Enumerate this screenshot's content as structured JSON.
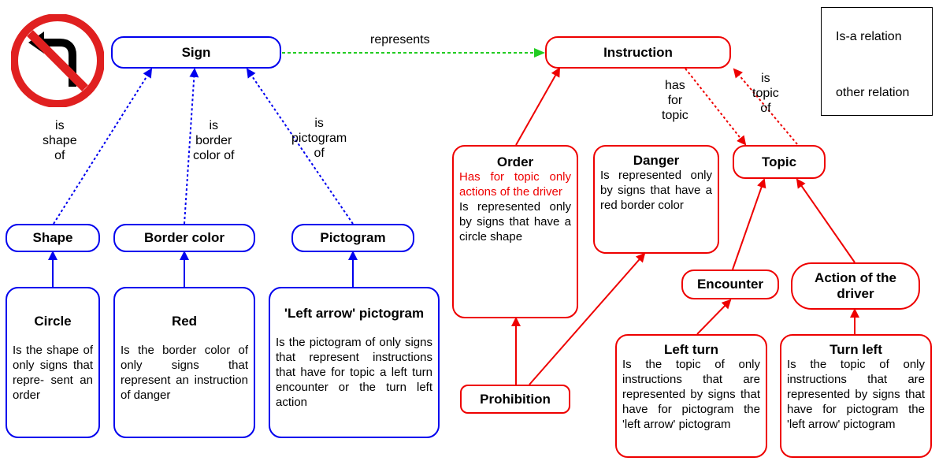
{
  "colors": {
    "blue": "#0000ee",
    "red": "#ee0000",
    "green": "#22cc22"
  },
  "icon": "no-left-turn-sign-icon",
  "legend": {
    "isa": "Is-a relation",
    "other": "other relation"
  },
  "nodes": {
    "sign": "Sign",
    "instruction": "Instruction",
    "shape": "Shape",
    "border_color": "Border color",
    "pictogram": "Pictogram",
    "topic": "Topic",
    "encounter": "Encounter",
    "action_of_driver": "Action of the driver",
    "prohibition": "Prohibition",
    "circle": {
      "title": "Circle",
      "desc": "Is the shape of only signs that repre- sent an order"
    },
    "red": {
      "title": "Red",
      "desc": "Is the border color of only signs that represent an instruction of danger"
    },
    "left_arrow": {
      "title": "'Left arrow' pictogram",
      "desc": "Is the pictogram of only signs that represent instructions that have for topic a left turn encounter or  the turn left action"
    },
    "order": {
      "title": "Order",
      "red_desc": "Has for topic only actions of the driver",
      "desc": "Is represented only by signs that have a circle shape"
    },
    "danger": {
      "title": "Danger",
      "desc": "Is represented only by signs that have a red border color"
    },
    "left_turn": {
      "title": "Left turn",
      "desc": "Is the topic of only instructions that are represented by signs that have for pictogram the 'left arrow' pictogram"
    },
    "turn_left": {
      "title": "Turn left",
      "desc": "Is the topic of only instructions that are represented by signs that have for pictogram the 'left arrow' pictogram"
    }
  },
  "edge_labels": {
    "represents": "represents",
    "is_shape_of": "is\nshape\nof",
    "is_border_color_of": "is\nborder\ncolor of",
    "is_pictogram_of": "is\npictogram\nof",
    "has_for_topic": "has\nfor\ntopic",
    "is_topic_of": "is\ntopic\nof"
  }
}
